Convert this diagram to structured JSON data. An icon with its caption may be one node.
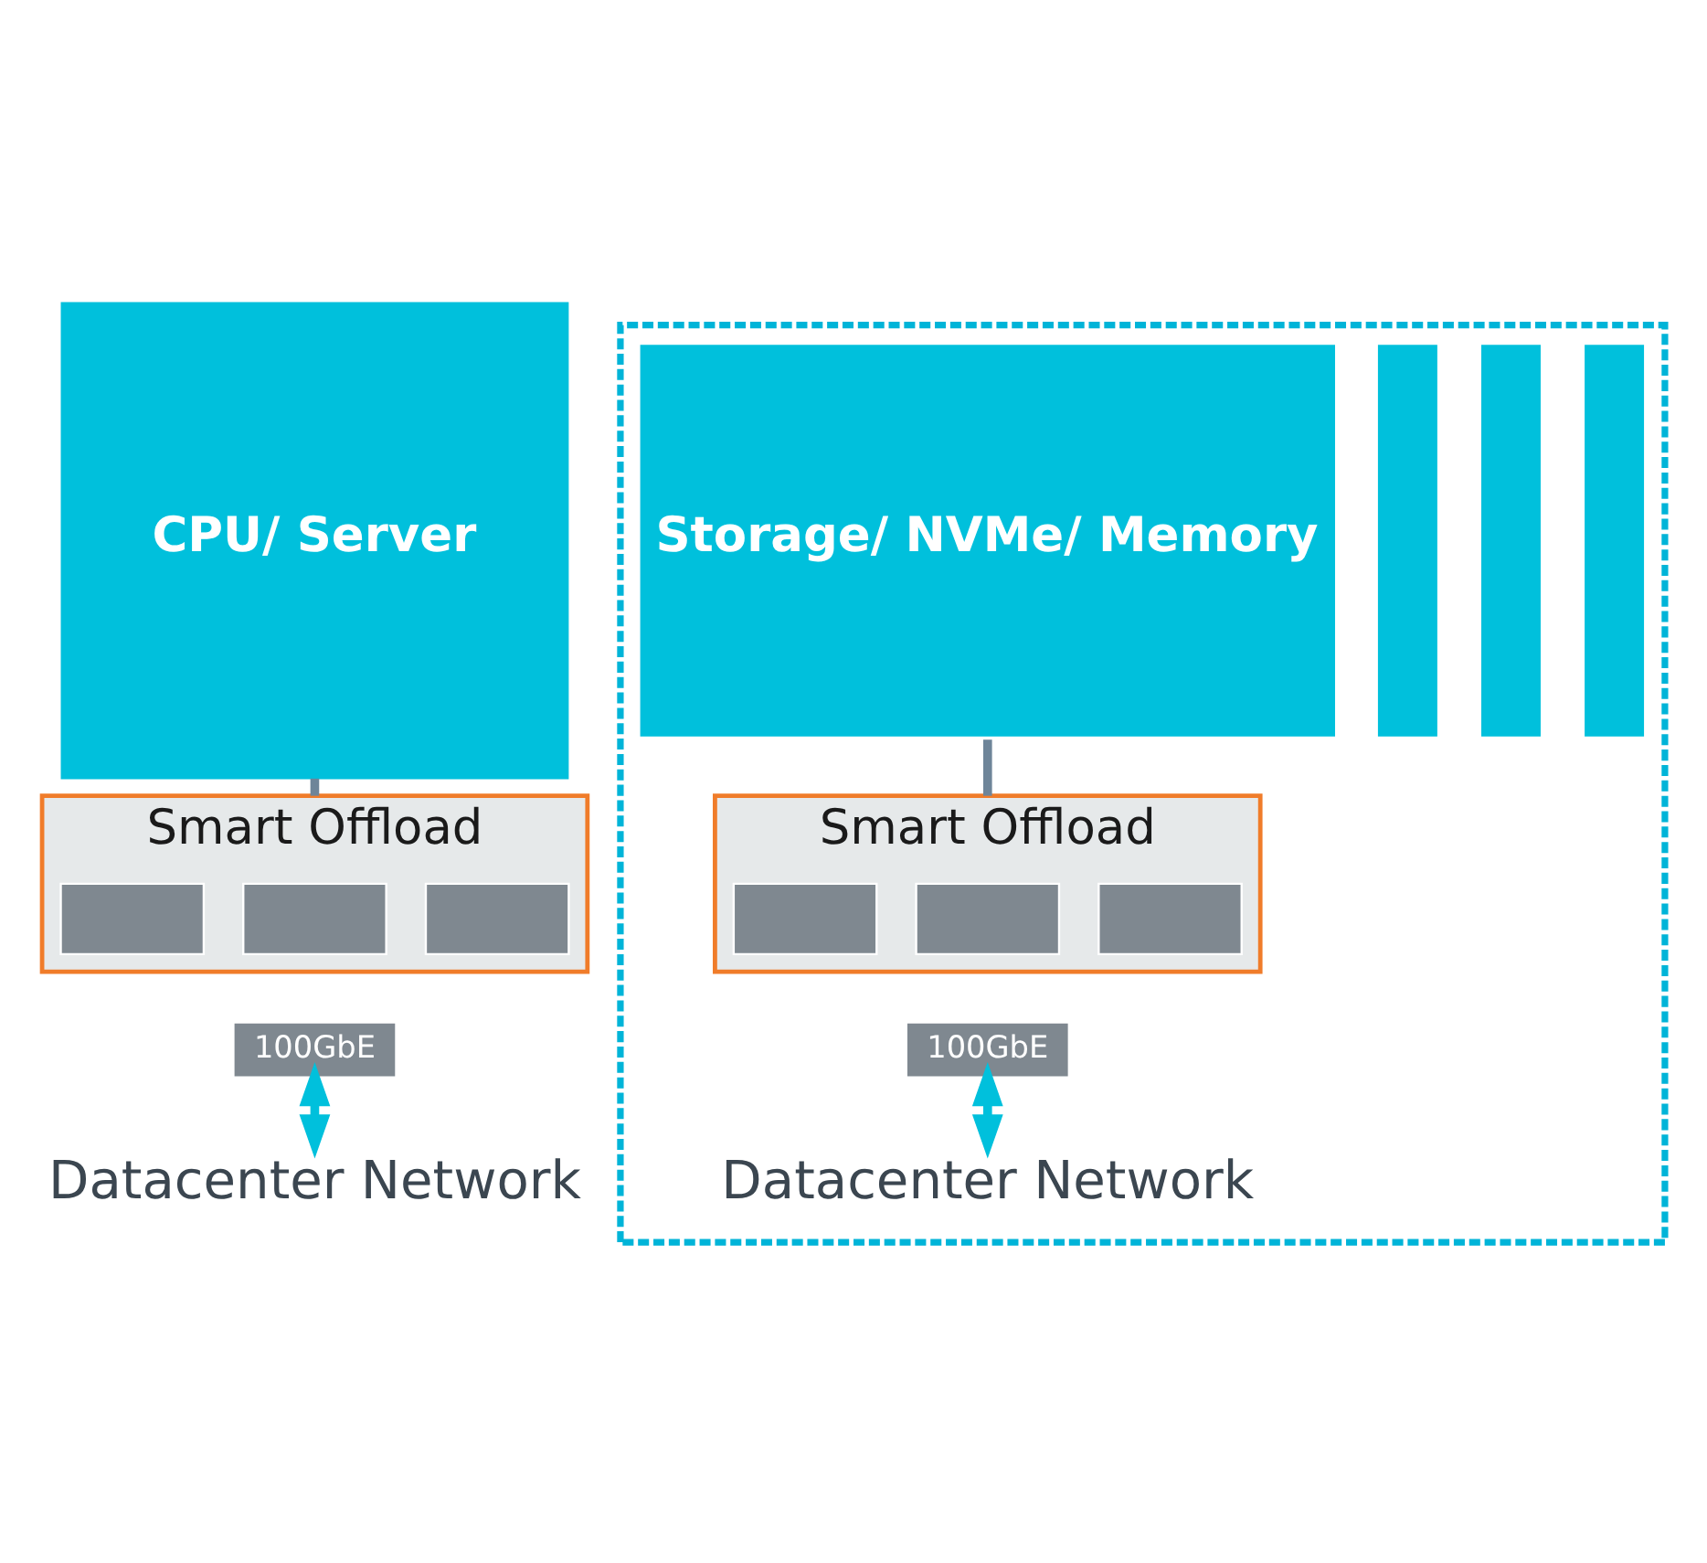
{
  "diagram": {
    "nodes": [
      {
        "text": [
          "CPU/ Server"
        ]
      },
      {
        "text": [
          "Smart Offload"
        ]
      },
      {
        "text": [],
        "shape": "box",
        "in": 1
      },
      {
        "text": [],
        "shape": "box",
        "in": 1
      },
      {
        "text": [],
        "shape": "box",
        "in": 1
      },
      {
        "text": [
          "100GbE"
        ]
      },
      {
        "text": [
          "Datacenter Network"
        ]
      },
      {
        "text": [],
        "shape": "box"
      },
      {
        "text": [],
        "shape": "box",
        "in": 7
      },
      {
        "text": [],
        "shape": "box",
        "in": 7
      },
      {
        "text": [],
        "shape": "box",
        "in": 7
      },
      {
        "text": [
          "Storage/ NVMe/ Memory"
        ],
        "in": 7
      },
      {
        "text": [
          "Smart Offload"
        ],
        "in": 7
      },
      {
        "text": [],
        "shape": "box",
        "in": 12
      },
      {
        "text": [],
        "shape": "box",
        "in": 12
      },
      {
        "text": [],
        "shape": "box",
        "in": 12
      },
      {
        "text": [
          "100GbE"
        ],
        "in": 7
      },
      {
        "text": [
          "Datacenter Network"
        ],
        "in": 7
      }
    ],
    "edges": [
      {
        "from": 0,
        "to": 1,
        "arrow": "none",
        "color": "#6e8599"
      },
      {
        "from": 5,
        "to": 6,
        "arrow": "both",
        "color": "#00c0dc"
      },
      {
        "from": 11,
        "to": 12,
        "arrow": "none",
        "color": "#6e8599"
      },
      {
        "from": 16,
        "to": 17,
        "arrow": "both",
        "color": "#00c0dc"
      }
    ]
  }
}
